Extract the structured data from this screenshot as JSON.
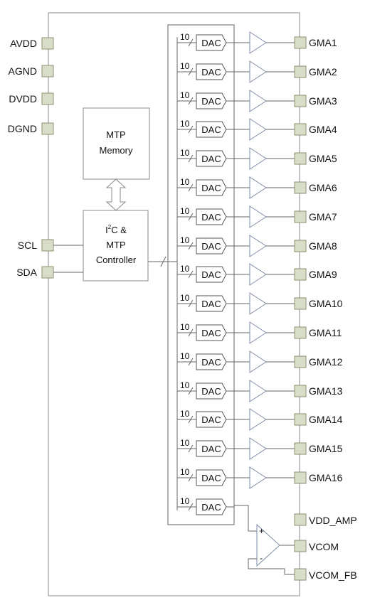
{
  "left_pins": {
    "power": [
      "AVDD",
      "AGND",
      "DVDD",
      "DGND"
    ],
    "serial": [
      "SCL",
      "SDA"
    ]
  },
  "memory_block": {
    "line1": "MTP",
    "line2": "Memory"
  },
  "controller_block": {
    "line1_prefix": "I",
    "line1_sup": "2",
    "line1_suffix": "C &",
    "line2": "MTP",
    "line3": "Controller"
  },
  "dac": {
    "label": "DAC",
    "bus_width": "10",
    "count": 17
  },
  "gamma_outputs": [
    "GMA1",
    "GMA2",
    "GMA3",
    "GMA4",
    "GMA5",
    "GMA6",
    "GMA7",
    "GMA8",
    "GMA9",
    "GMA10",
    "GMA11",
    "GMA12",
    "GMA13",
    "GMA14",
    "GMA15",
    "GMA16"
  ],
  "right_pins_extra": [
    "VDD_AMP",
    "VCOM",
    "VCOM_FB"
  ],
  "opamp_signs": {
    "plus": "+",
    "minus": "-"
  },
  "colors": {
    "pad_fill": "#d8dec9",
    "pad_stroke": "#8a9170",
    "line": "#555555",
    "amp_stroke": "#7f8da8"
  }
}
